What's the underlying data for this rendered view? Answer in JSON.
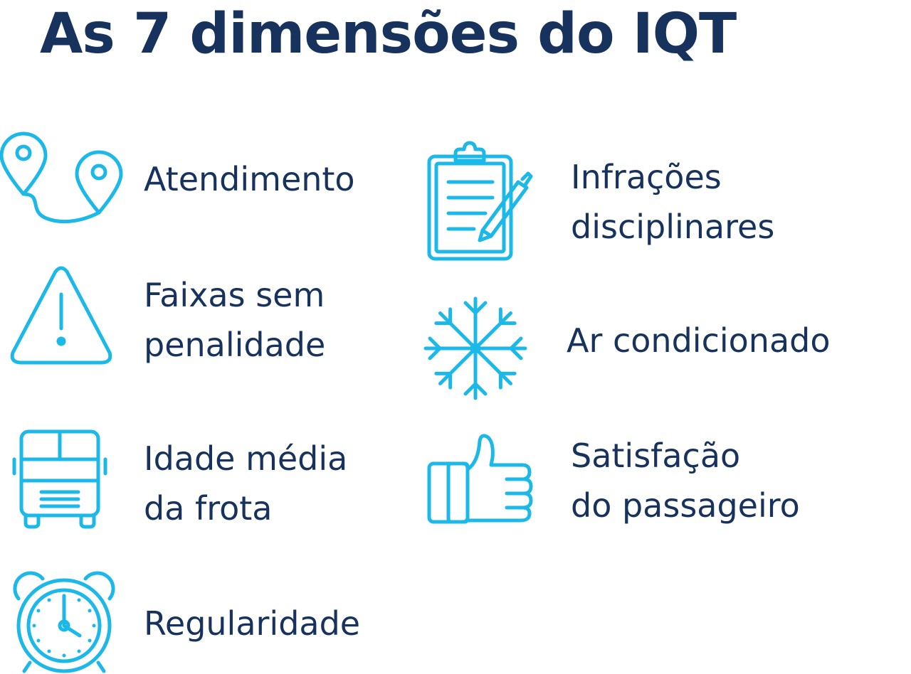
{
  "title": "As 7 dimensões do IQT",
  "colors": {
    "icon": "#1cb8e8",
    "text": "#17325c",
    "background": "#ffffff"
  },
  "dimensions": [
    {
      "icon": "map-route-icon",
      "lines": [
        "Atendimento"
      ]
    },
    {
      "icon": "clipboard-pen-icon",
      "lines": [
        "Infrações",
        "disciplinares"
      ]
    },
    {
      "icon": "warning-triangle-icon",
      "lines": [
        "Faixas sem",
        "penalidade"
      ]
    },
    {
      "icon": "snowflake-icon",
      "lines": [
        "Ar condicionado"
      ]
    },
    {
      "icon": "bus-icon",
      "lines": [
        "Idade média",
        "da frota"
      ]
    },
    {
      "icon": "thumbs-up-icon",
      "lines": [
        "Satisfação",
        "do passageiro"
      ]
    },
    {
      "icon": "alarm-clock-icon",
      "lines": [
        "Regularidade"
      ]
    }
  ]
}
